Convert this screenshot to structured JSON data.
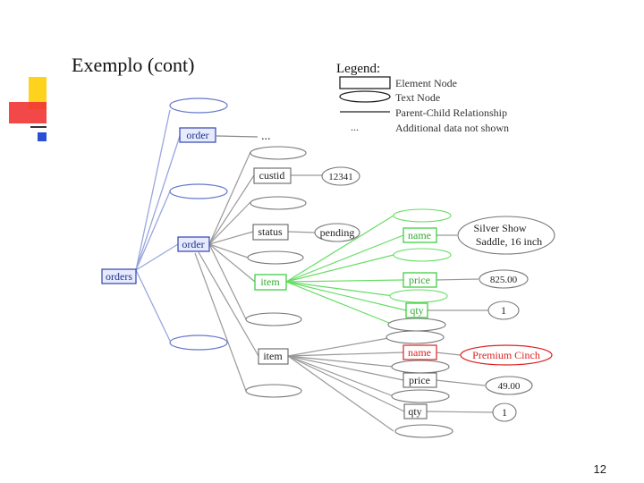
{
  "slide": {
    "title": "Exemplo (cont)",
    "page_number": "12"
  },
  "colors": {
    "element": "#3344aa",
    "element_fill": "#e6ebff",
    "green": "#33cc33",
    "red": "#dd2222",
    "gray": "#888888",
    "text": "#222222"
  },
  "legend": {
    "title": "Legend:",
    "element_node": "Element Node",
    "text_node": "Text Node",
    "relationship": "Parent-Child Relationship",
    "additional": "Additional data not shown",
    "ellipsis": "..."
  },
  "tree": {
    "orders": "orders",
    "order_1": "order",
    "order_2": "order",
    "top_ellipsis": "...",
    "custid": "custid",
    "custid_value": "12341",
    "status": "status",
    "status_value": "pending",
    "item_green": "item",
    "item_gray": "item",
    "name_green": "name",
    "name_green_value_line1": "Silver Show",
    "name_green_value_line2": "Saddle, 16 inch",
    "price_green": "price",
    "price_green_value": "825.00",
    "qty_green": "qty",
    "qty_green_value": "1",
    "name_red": "name",
    "name_red_value": "Premium Cinch",
    "price_gray": "price",
    "price_gray_value": "49.00",
    "qty_gray": "qty",
    "qty_gray_value": "1"
  }
}
